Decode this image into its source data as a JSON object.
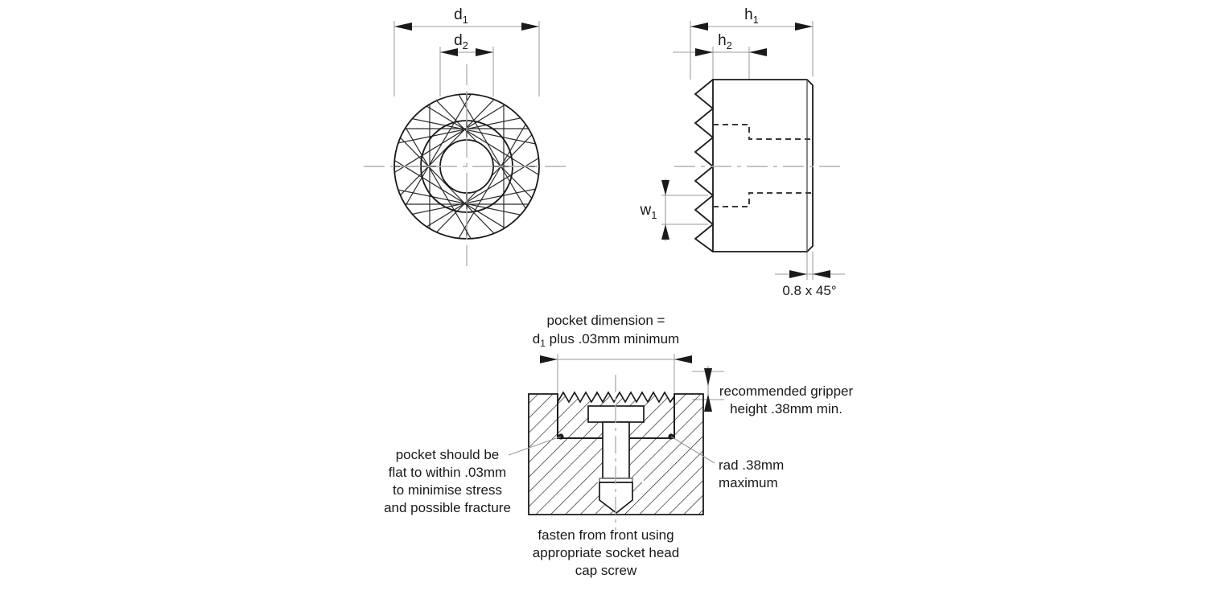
{
  "drawing": {
    "title": "knurled gripper pad technical drawing",
    "views": [
      {
        "name": "front-view",
        "description": "circular knurled face with central bore"
      },
      {
        "name": "side-view",
        "description": "side section with serrated gripping face and counterbored hole"
      },
      {
        "name": "section-view",
        "description": "cross section of gripper mounted in pocket with socket head cap screw"
      }
    ]
  },
  "colors": {
    "line": "#1a1a1a",
    "thin_line": "#555555",
    "center_line": "#b0b0b0",
    "dimension_line": "#9a9a9a",
    "hatch": "#1a1a1a",
    "background": "#ffffff"
  },
  "dimensions": {
    "d1": {
      "base": "d",
      "sub": "1"
    },
    "d2": {
      "base": "d",
      "sub": "2"
    },
    "h1": {
      "base": "h",
      "sub": "1"
    },
    "h2": {
      "base": "h",
      "sub": "2"
    },
    "w1": {
      "base": "w",
      "sub": "1"
    },
    "chamfer": "0.8 x 45°"
  },
  "notes": {
    "pocket_dimension": {
      "line1": "pocket dimension =",
      "line2_prefix": "d",
      "line2_sub": "1",
      "line2_suffix": " plus .03mm minimum"
    },
    "gripper_height": [
      "recommended gripper",
      "height .38mm min."
    ],
    "pocket_flatness": [
      "pocket should be",
      "flat to within .03mm",
      "to minimise stress",
      "and possible fracture"
    ],
    "radius": [
      "rad .38mm",
      "maximum"
    ],
    "fastening": [
      "fasten from front using",
      "appropriate socket head",
      "cap screw"
    ]
  }
}
